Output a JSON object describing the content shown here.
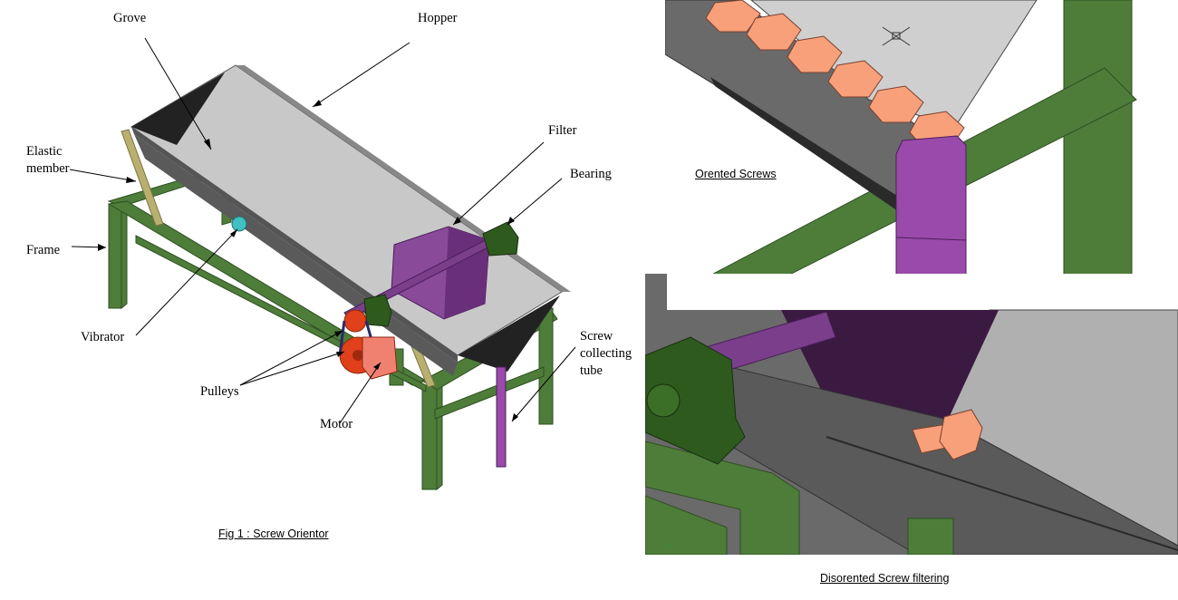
{
  "main_figure": {
    "labels": {
      "grove": "Grove",
      "hopper": "Hopper",
      "elastic_member_line1": "Elastic",
      "elastic_member_line2": "member",
      "frame": "Frame",
      "filter": "Filter",
      "bearing": "Bearing",
      "vibrator": "Vibrator",
      "pulleys": "Pulleys",
      "motor": "Motor",
      "screw_tube_line1": "Screw",
      "screw_tube_line2": "collecting",
      "screw_tube_line3": "tube"
    },
    "caption": "Fig 1 : Screw Orientor"
  },
  "top_right_panel": {
    "caption": "Orented Screws"
  },
  "bottom_right_panel": {
    "caption": "Disorented Screw filtering"
  },
  "colors": {
    "frame_green": "#4e7d3a",
    "hopper_grey": "#c8c8c8",
    "channel_dark": "#5a5a5a",
    "shaft_purple": "#8a4a9a",
    "bearing_green": "#2e5a1e",
    "motor_red": "#e0401a",
    "screw_salmon": "#f7a07a",
    "elastic_tan": "#b9b070",
    "vibrator_cyan": "#40c0c0"
  }
}
